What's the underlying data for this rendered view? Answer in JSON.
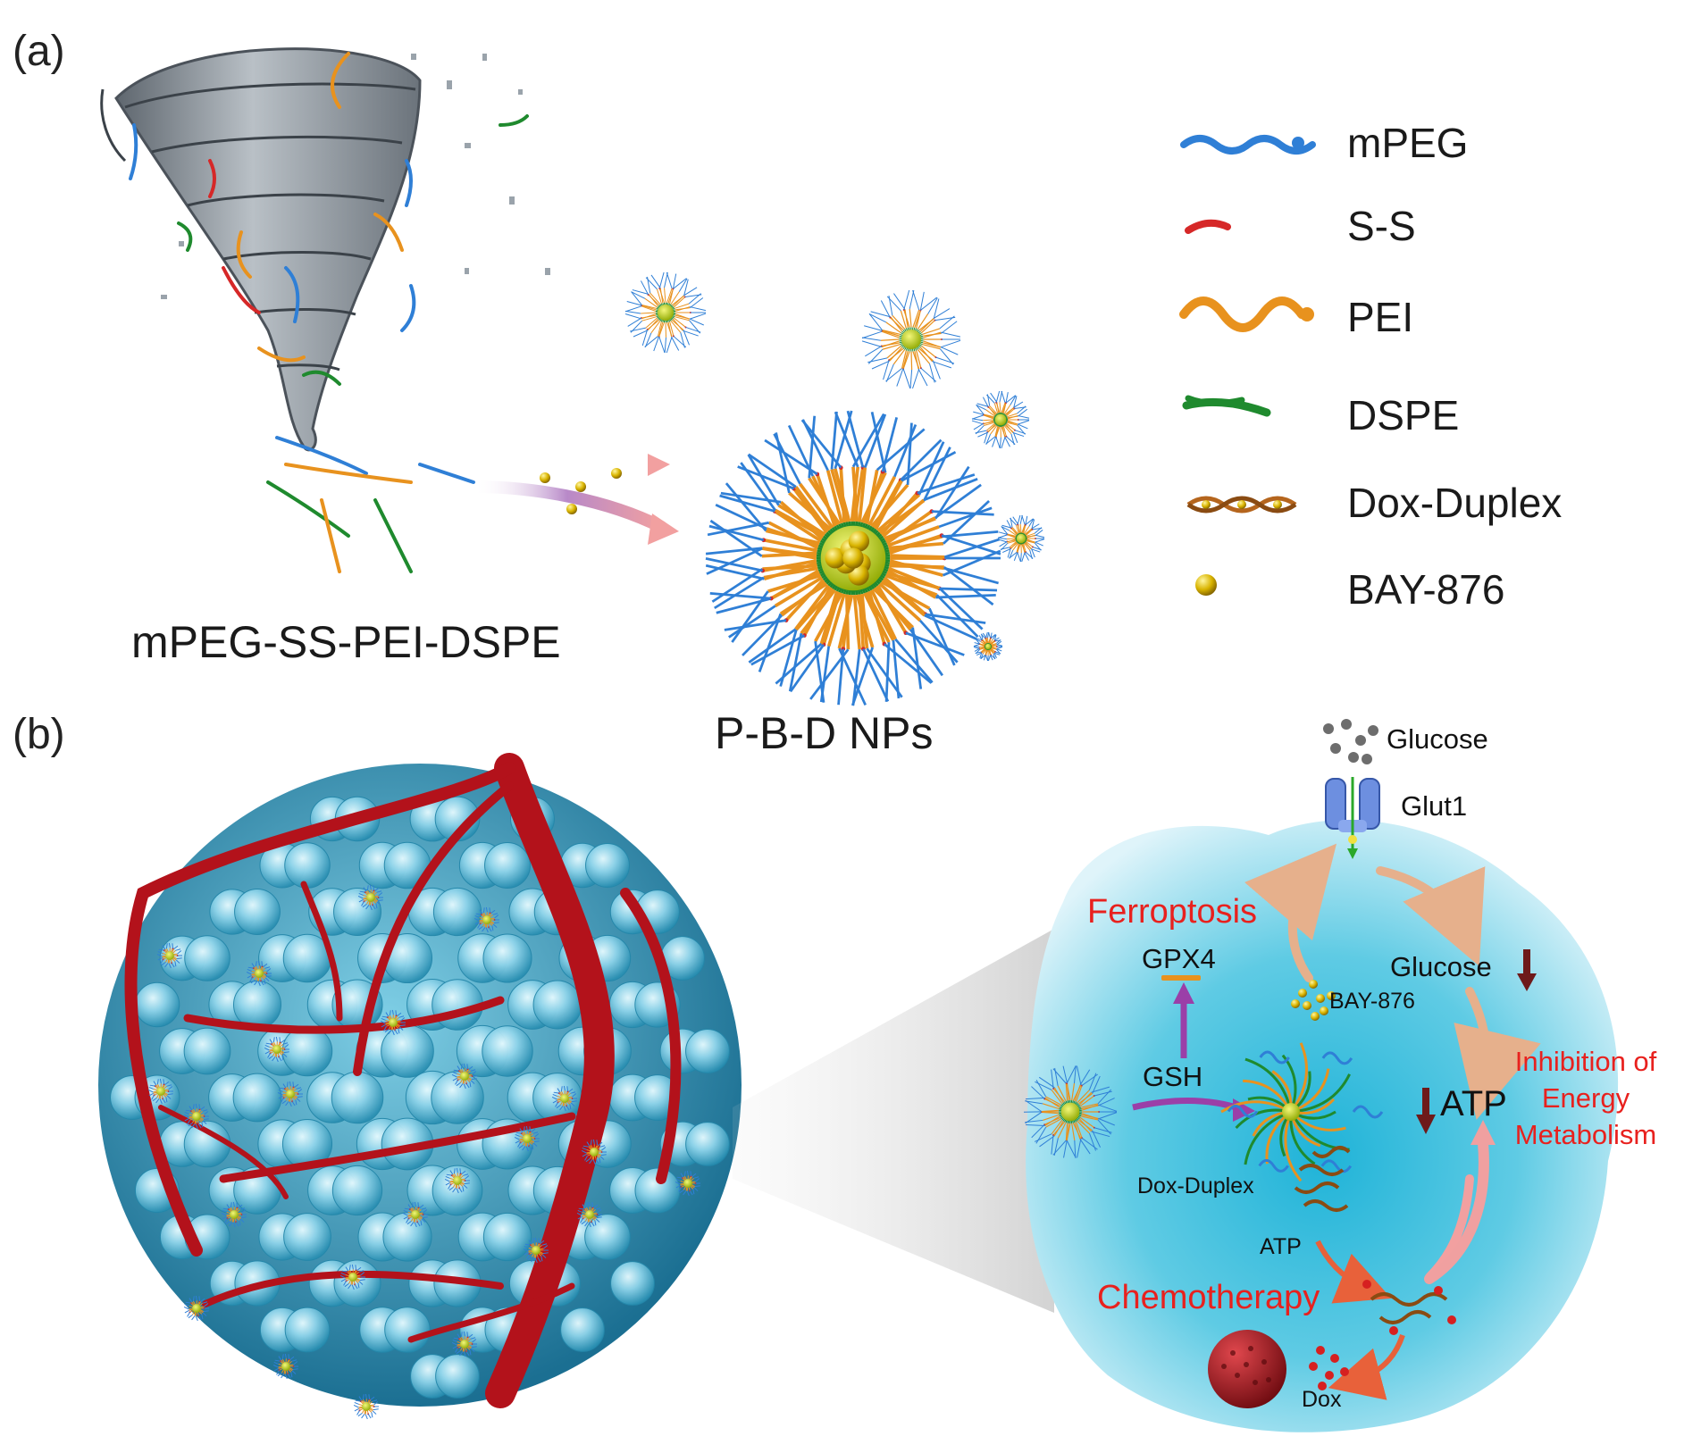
{
  "panel_a": {
    "label": "(a)",
    "copolymer_caption": "mPEG-SS-PEI-DSPE",
    "nanoparticle_caption": "P-B-D NPs",
    "legend": [
      {
        "label": "mPEG",
        "icon": "mpeg-chain-icon",
        "color": "#2f7fd6"
      },
      {
        "label": "S-S",
        "icon": "disulfide-icon",
        "color": "#d62828"
      },
      {
        "label": "PEI",
        "icon": "pei-chain-icon",
        "color": "#e8921e"
      },
      {
        "label": "DSPE",
        "icon": "dspe-lipid-icon",
        "color": "#1f8a2e"
      },
      {
        "label": "Dox-Duplex",
        "icon": "dox-duplex-icon",
        "color": "#b5651d"
      },
      {
        "label": "BAY-876",
        "icon": "bay876-sphere-icon",
        "color": "#e0b000"
      }
    ]
  },
  "panel_b": {
    "label": "(b)",
    "glucose": "Glucose",
    "glut1": "Glut1",
    "ferroptosis": "Ferroptosis",
    "gpx4": "GPX4",
    "gsh": "GSH",
    "bay876": "BAY-876",
    "glucose_inner": "Glucose",
    "atp_main": "ATP",
    "inhibition_text": [
      "Inhibition of",
      "Energy",
      "Metabolism"
    ],
    "dox_duplex": "Dox-Duplex",
    "atp_small": "ATP",
    "chemotherapy": "Chemotherapy",
    "dox": "Dox"
  },
  "colors": {
    "accent_red": "#e8211e",
    "tumor_blue": "#4fb9d6",
    "vessel_red": "#b3121b",
    "arrow_purple": "#9b3fa8",
    "down_arrow": "#6e1a1a",
    "flow_arrow": "#e6b08c"
  }
}
